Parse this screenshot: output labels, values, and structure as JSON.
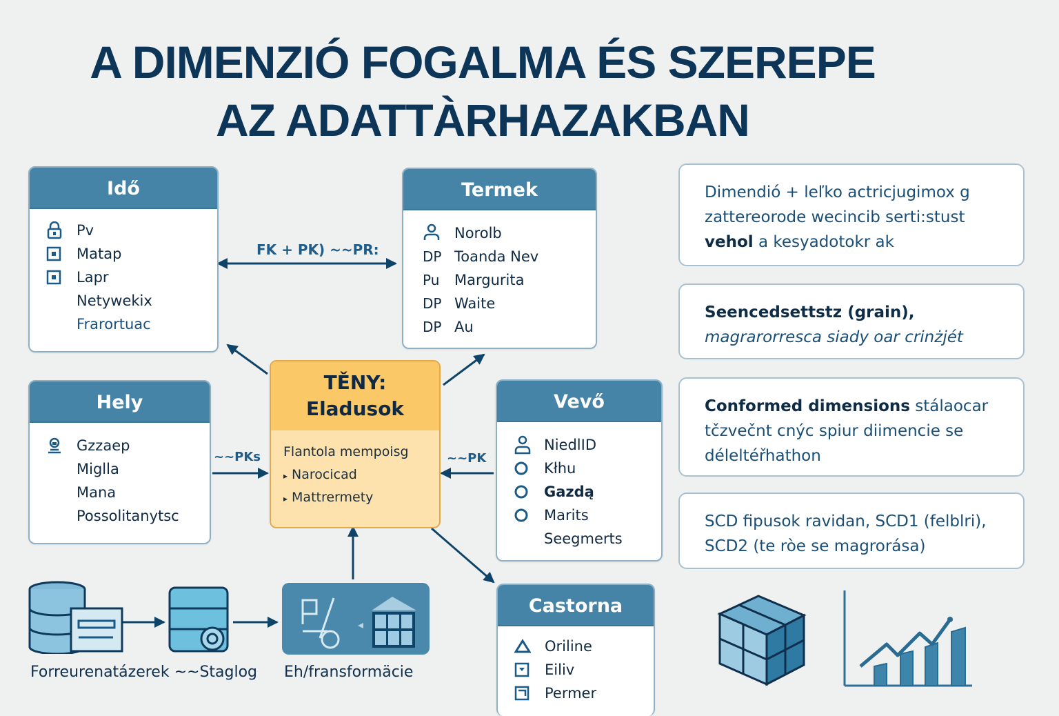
{
  "title": {
    "line1": "A DIMENZIÓ FOGALMA ÉS SZEREPE",
    "line2": "AZ ADATTÀRHAZAKBAN"
  },
  "colors": {
    "header_blue": "#4584a6",
    "title_navy": "#0d3557",
    "fact_orange": "#fbc868",
    "fact_body": "#fde2ae",
    "background": "#eff0f0"
  },
  "dimensions": {
    "ido": {
      "title": "Idő",
      "rows": [
        {
          "icon": "lock-icon",
          "label": "Pv"
        },
        {
          "icon": "square-icon",
          "label": "Matap"
        },
        {
          "icon": "square-icon",
          "label": "Lapr"
        },
        {
          "icon": "",
          "label": "Netywekix"
        },
        {
          "icon": "",
          "label": "Frarortuac"
        }
      ]
    },
    "termek": {
      "title": "Termek",
      "rows": [
        {
          "prefix": "",
          "icon": "user-icon",
          "label": "Norolb"
        },
        {
          "prefix": "DP",
          "label": "Toanda Nev"
        },
        {
          "prefix": "Pu",
          "label": "Margurita"
        },
        {
          "prefix": "DP",
          "label": "Waite"
        },
        {
          "prefix": "DP",
          "label": "Au"
        }
      ]
    },
    "hely": {
      "title": "Hely",
      "rows": [
        {
          "icon": "location-user-icon",
          "label": "Gzzaep"
        },
        {
          "icon": "",
          "label": "Miglla"
        },
        {
          "icon": "",
          "label": "Mana"
        },
        {
          "icon": "",
          "label": "Possolitanytsc"
        }
      ]
    },
    "vevo": {
      "title": "Vevő",
      "rows": [
        {
          "icon": "user-icon",
          "label": "NiedlID"
        },
        {
          "icon": "circle-icon",
          "label": "Kłhu"
        },
        {
          "icon": "circle-icon",
          "label": "Gazdą"
        },
        {
          "icon": "circle-icon",
          "label": "Marits"
        },
        {
          "icon": "",
          "label": "Seegmerts"
        }
      ]
    },
    "csatorna": {
      "title": "Castorna",
      "rows": [
        {
          "icon": "triangle-icon",
          "label": "Oriline"
        },
        {
          "icon": "square-icon",
          "label": "Eiliv"
        },
        {
          "icon": "square-icon",
          "label": "Permer"
        }
      ]
    }
  },
  "fact": {
    "title_line1": "TĚNY:",
    "title_line2": "Eladusok",
    "rows": [
      "Flantola mempoisg",
      "Narocicad",
      "Mattrermety"
    ]
  },
  "connectors": {
    "ido_termek": "FK + PK) ~~PR:",
    "hely_fact": "~~PKs",
    "vevo_fact": "~~PK"
  },
  "info_cards": [
    {
      "bold": "",
      "text": "Dimendió + leľko actricjugimox g zattereorode wecincib serti:stust",
      "bold_end": "vehol",
      "tail": "a kesyadotokr ak"
    },
    {
      "bold": "Seencedsettstz (grain),",
      "text": "magrarorresca siady oar crinżjét"
    },
    {
      "bold": "Conformed dimensions",
      "text": "stálaocar tčzvečnt cnýc spiur diimencie se déleltéřhathon"
    },
    {
      "bold": "",
      "text": "SCD fipusok ravidan, SCD1 (felblri), SCD2 (te ròe se magrorása)"
    }
  ],
  "flow": {
    "source_label": "Forreurenatázerek",
    "staging_label": "~~Staglog",
    "etl_label": "Eh/fransformäcie"
  },
  "icons": {
    "cube": "olap-cube-icon",
    "chart": "bar-line-chart-icon"
  }
}
